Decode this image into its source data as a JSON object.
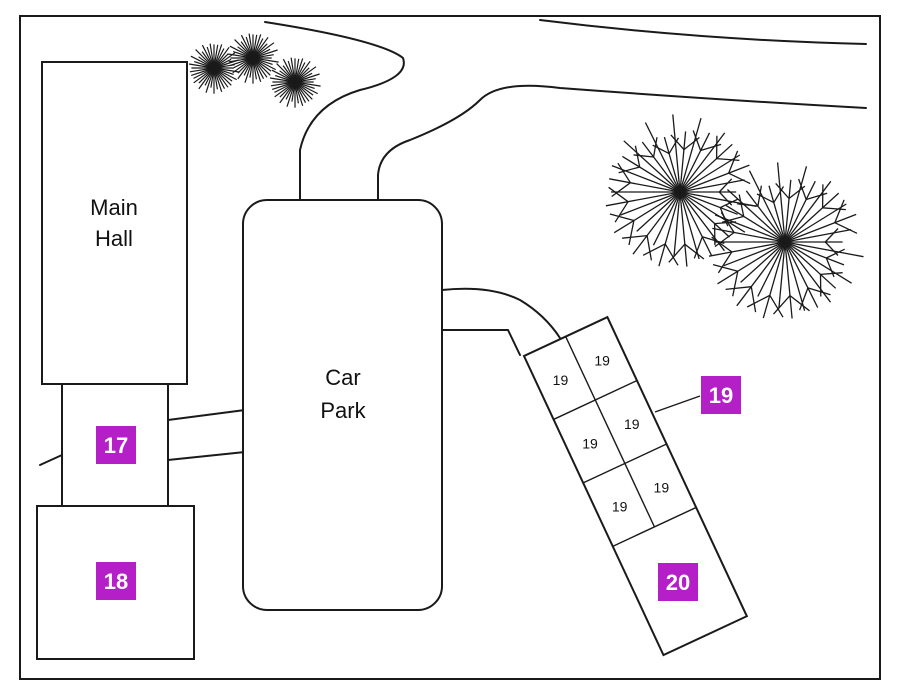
{
  "colors": {
    "marker": "#b41fc8",
    "stroke": "#1a1a1a",
    "background": "#ffffff"
  },
  "buildings": {
    "main_hall": {
      "line1": "Main",
      "line2": "Hall"
    },
    "car_park": {
      "line1": "Car",
      "line2": "Park"
    }
  },
  "stall_labels": [
    "19",
    "19",
    "19",
    "19",
    "19",
    "19"
  ],
  "markers": {
    "m17": "17",
    "m18": "18",
    "m19": "19",
    "m20": "20"
  },
  "icons": [
    "deciduous-tree-icon",
    "shrub-icon"
  ]
}
